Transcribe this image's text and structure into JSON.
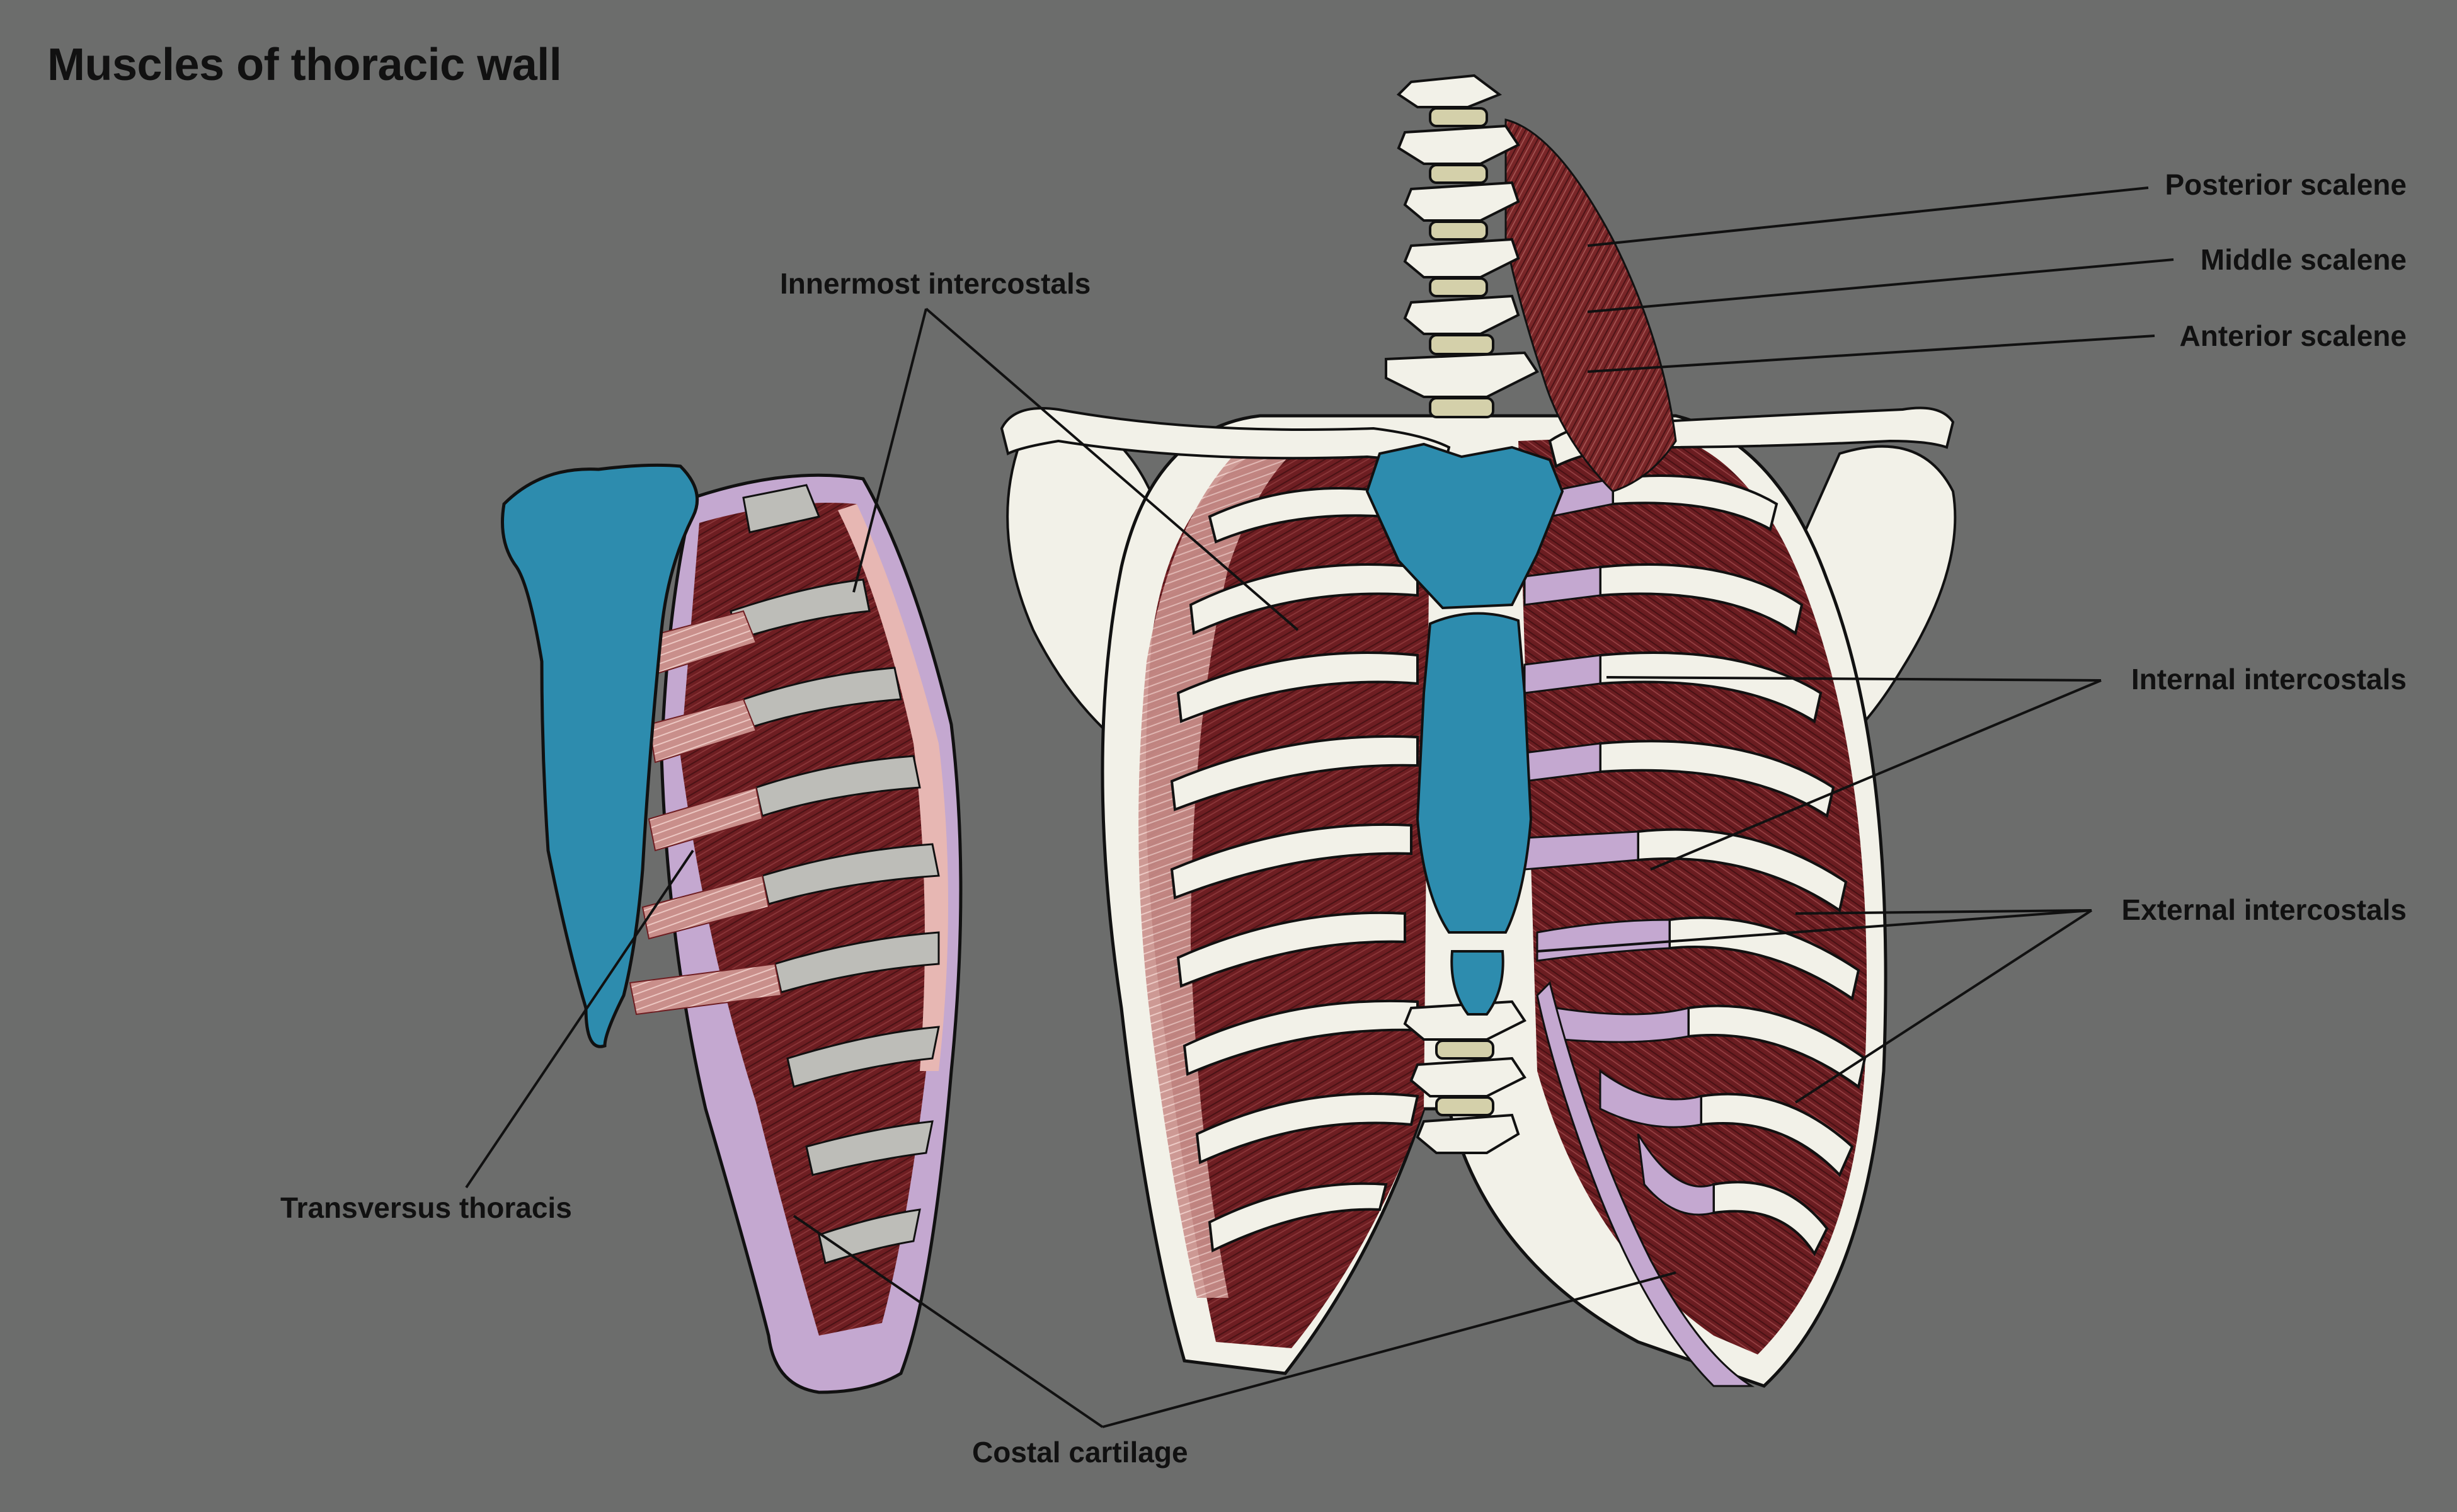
{
  "title": "Muscles of thoracic wall",
  "labels": {
    "posterior_scalene": "Posterior scalene",
    "middle_scalene": "Middle scalene",
    "anterior_scalene": "Anterior scalene",
    "innermost_intercostals": "Innermost intercostals",
    "internal_intercostals": "Internal intercostals",
    "external_intercostals": "External intercostals",
    "transversus_thoracis": "Transversus thoracis",
    "costal_cartilage": "Costal cartilage"
  },
  "colors": {
    "background": "#6c6d6c",
    "bone": "#f2f1e8",
    "sternum": "#2d8cae",
    "muscle": "#6e1e22",
    "muscle_light": "#e7b7b3",
    "cartilage": "#c4a8d0",
    "cartilage_grey": "#bdbdb8",
    "disc": "#d4d0aa",
    "outline": "#111111"
  }
}
